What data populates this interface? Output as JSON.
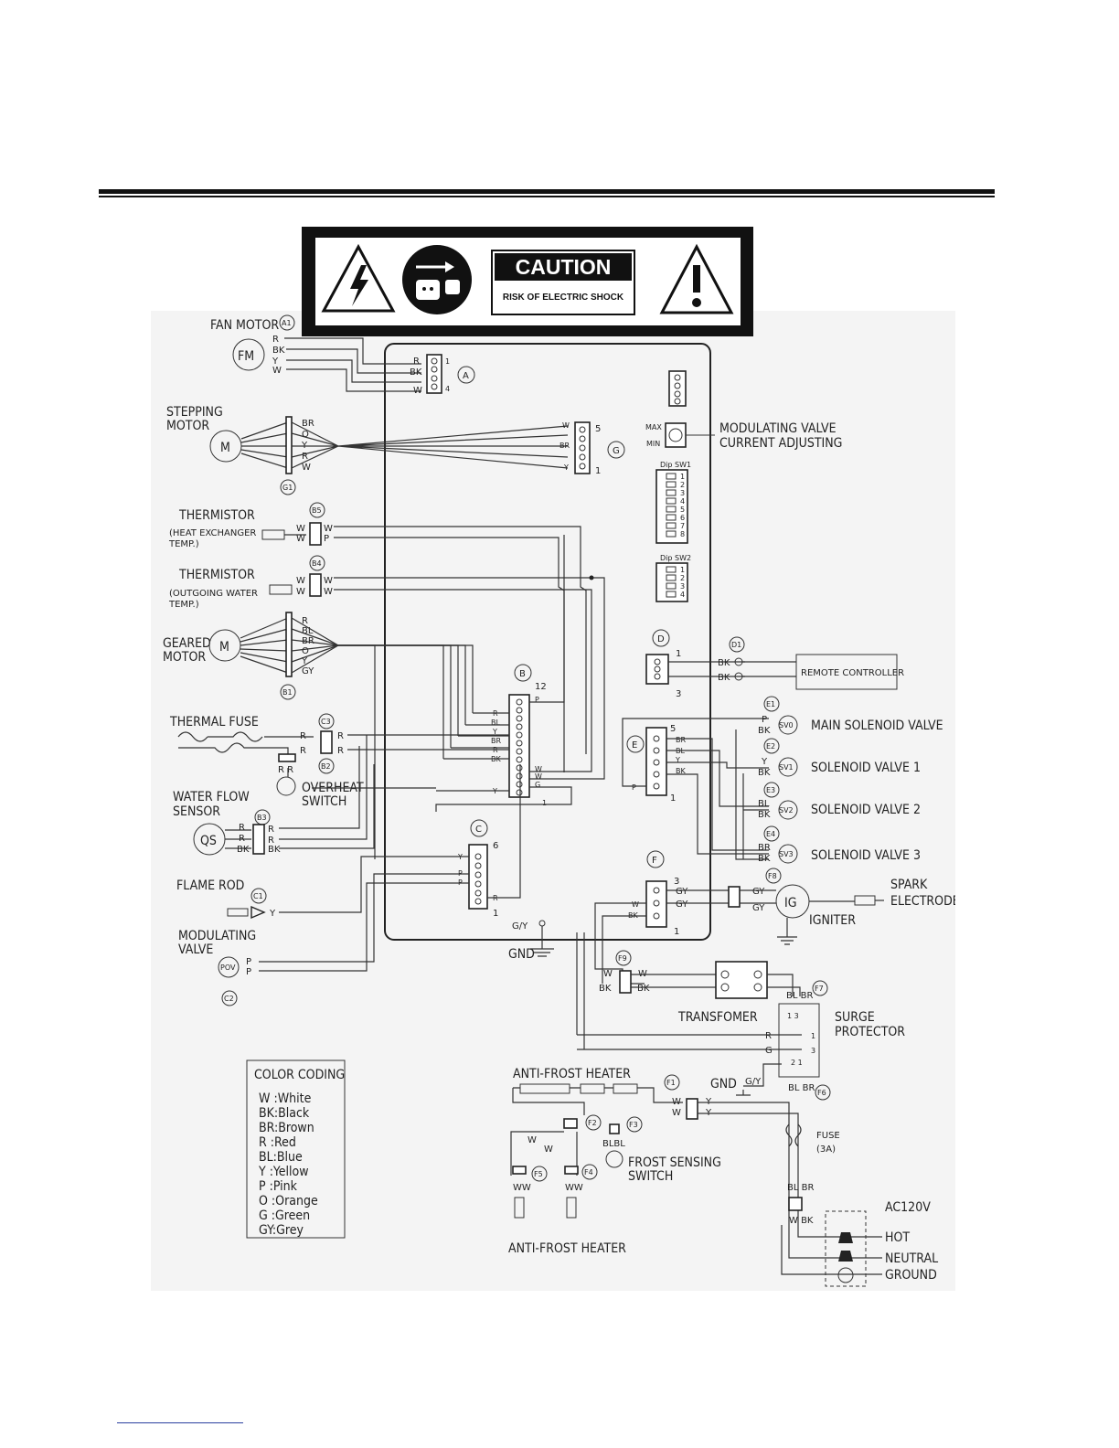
{
  "caution": {
    "title": "CAUTION",
    "subtitle": "RISK OF ELECTRIC SHOCK"
  },
  "components": {
    "fan_motor": "FAN MOTOR",
    "fm": "FM",
    "stepping_motor_1": "STEPPING",
    "stepping_motor_2": "MOTOR",
    "thermistor1_title": "THERMISTOR",
    "thermistor1_sub1": "(HEAT EXCHANGER",
    "thermistor1_sub2": "TEMP.)",
    "thermistor2_title": "THERMISTOR",
    "thermistor2_sub1": "(OUTGOING WATER",
    "thermistor2_sub2": "TEMP.)",
    "geared_motor_1": "GEARED",
    "geared_motor_2": "MOTOR",
    "thermal_fuse": "THERMAL FUSE",
    "overheat_1": "OVERHEAT",
    "overheat_2": "SWITCH",
    "water_flow_1": "WATER FLOW",
    "water_flow_2": "SENSOR",
    "qs": "QS",
    "flame_rod": "FLAME ROD",
    "modulating_valve_1": "MODULATING",
    "modulating_valve_2": "VALVE",
    "pov": "POV",
    "gnd": "GND",
    "gy_label": "G/Y",
    "modulating_adjust_1": "MODULATING VALVE",
    "modulating_adjust_2": "CURRENT ADJUSTING",
    "max": "MAX",
    "min": "MIN",
    "dip_sw1": "Dip SW1",
    "dip_sw2": "Dip SW2",
    "remote_controller": "REMOTE CONTROLLER",
    "main_solenoid": "MAIN SOLENOID VALVE",
    "solenoid_1": "SOLENOID VALVE 1",
    "solenoid_2": "SOLENOID VALVE 2",
    "solenoid_3": "SOLENOID VALVE 3",
    "sv0": "SV0",
    "sv1": "SV1",
    "sv2": "SV2",
    "sv3": "SV3",
    "spark_1": "SPARK",
    "spark_2": "ELECTRODE",
    "ig": "IG",
    "igniter": "IGNITER",
    "transformer": "TRANSFOMER",
    "surge_1": "SURGE",
    "surge_2": "PROTECTOR",
    "anti_frost_top": "ANTI-FROST HEATER",
    "anti_frost_bottom": "ANTI-FROST HEATER",
    "frost_switch_1": "FROST SENSING",
    "frost_switch_2": "SWITCH",
    "fuse_1": "FUSE",
    "fuse_2": "(3A)",
    "ac": "AC120V",
    "hot": "HOT",
    "neutral": "NEUTRAL",
    "ground": "GROUND"
  },
  "connectors": {
    "A": "A",
    "B": "B",
    "C": "C",
    "D": "D",
    "E": "E",
    "F": "F",
    "G": "G",
    "A1": "A1",
    "G1": "G1",
    "B5": "B5",
    "B4": "B4",
    "B1": "B1",
    "B2": "B2",
    "C3": "C3",
    "B3": "B3",
    "C1": "C1",
    "C2": "C2",
    "D1": "D1",
    "E1": "E1",
    "E2": "E2",
    "E3": "E3",
    "E4": "E4",
    "F8": "F8",
    "F9": "F9",
    "F7": "F7",
    "F6": "F6",
    "F1": "F1",
    "F2": "F2",
    "F3": "F3",
    "F4": "F4",
    "F5": "F5"
  },
  "color_coding": {
    "title": "COLOR CODING",
    "entries": [
      "W  :White",
      "BK:Black",
      "BR:Brown",
      "R  :Red",
      "BL:Blue",
      "Y  :Yellow",
      "P  :Pink",
      "O  :Orange",
      "G  :Green",
      "GY:Grey"
    ]
  }
}
